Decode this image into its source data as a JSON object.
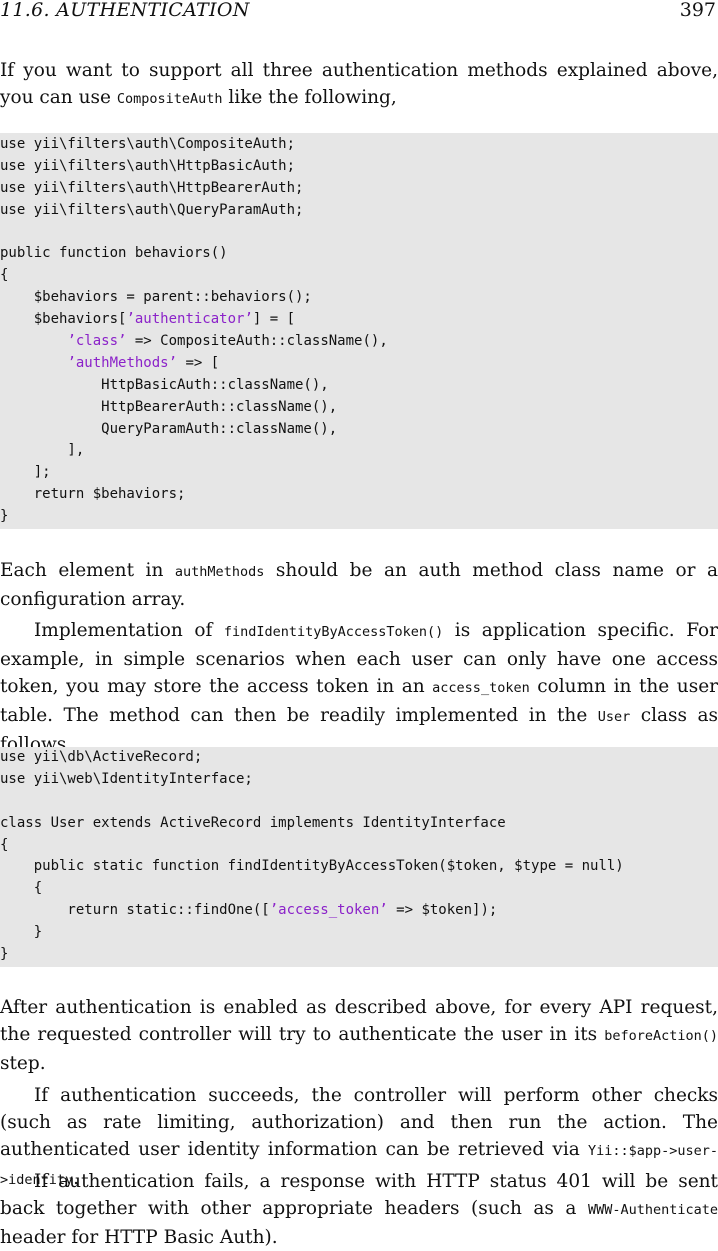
{
  "header": {
    "running_title": "11.6.   AUTHENTICATION",
    "page_number": "397"
  },
  "p1": {
    "text": "If you want to support all three authentication methods explained above, you can use ",
    "code1": "CompositeAuth",
    "text2": " like the following,"
  },
  "code1": [
    [
      {
        "t": "use yii\\filters\\auth\\CompositeAuth;"
      }
    ],
    [
      {
        "t": "use yii\\filters\\auth\\HttpBasicAuth;"
      }
    ],
    [
      {
        "t": "use yii\\filters\\auth\\HttpBearerAuth;"
      }
    ],
    [
      {
        "t": "use yii\\filters\\auth\\QueryParamAuth;"
      }
    ],
    [
      {
        "t": ""
      }
    ],
    [
      {
        "t": "public function behaviors()"
      }
    ],
    [
      {
        "t": "{"
      }
    ],
    [
      {
        "t": "    $behaviors = parent::behaviors();"
      }
    ],
    [
      {
        "t": "    $behaviors["
      },
      {
        "t": "’authenticator’",
        "s": true
      },
      {
        "t": "] = ["
      }
    ],
    [
      {
        "t": "        "
      },
      {
        "t": "’class’",
        "s": true
      },
      {
        "t": " => CompositeAuth::className(),"
      }
    ],
    [
      {
        "t": "        "
      },
      {
        "t": "’authMethods’",
        "s": true
      },
      {
        "t": " => ["
      }
    ],
    [
      {
        "t": "            HttpBasicAuth::className(),"
      }
    ],
    [
      {
        "t": "            HttpBearerAuth::className(),"
      }
    ],
    [
      {
        "t": "            QueryParamAuth::className(),"
      }
    ],
    [
      {
        "t": "        ],"
      }
    ],
    [
      {
        "t": "    ];"
      }
    ],
    [
      {
        "t": "    return $behaviors;"
      }
    ],
    [
      {
        "t": "}"
      }
    ]
  ],
  "p2": {
    "text1": "Each element in ",
    "code1": "authMethods",
    "text2": " should be an auth method class name or a configuration array."
  },
  "p3": {
    "text1": "Implementation of ",
    "code1": "findIdentityByAccessToken()",
    "text2": " is application specific. For example, in simple scenarios when each user can only have one access token, you may store the access token in an ",
    "code2": "access_token",
    "text3": " column in the user table. The method can then be readily implemented in the ",
    "code3": "User",
    "text4": " class as follows,"
  },
  "code2": [
    [
      {
        "t": "use yii\\db\\ActiveRecord;"
      }
    ],
    [
      {
        "t": "use yii\\web\\IdentityInterface;"
      }
    ],
    [
      {
        "t": ""
      }
    ],
    [
      {
        "t": "class User extends ActiveRecord implements IdentityInterface"
      }
    ],
    [
      {
        "t": "{"
      }
    ],
    [
      {
        "t": "    public static function findIdentityByAccessToken($token, $type = null)"
      }
    ],
    [
      {
        "t": "    {"
      }
    ],
    [
      {
        "t": "        return static::findOne(["
      },
      {
        "t": "’access_token’",
        "s": true
      },
      {
        "t": " => $token]);"
      }
    ],
    [
      {
        "t": "    }"
      }
    ],
    [
      {
        "t": "}"
      }
    ]
  ],
  "p4": {
    "text1": "After authentication is enabled as described above, for every API request, the requested controller will try to authenticate the user in its ",
    "code1": "beforeAction()",
    "text2": " step."
  },
  "p5": {
    "text1": "If authentication succeeds, the controller will perform other checks (such as rate limiting, authorization) and then run the action. The authenticated user identity information can be retrieved via ",
    "code1": "Yii::$app->user->identity",
    "text2": "."
  },
  "p6": {
    "text1": "If authentication fails, a response with HTTP status 401 will be sent back together with other appropriate headers (such as a ",
    "code1": "WWW-Authenticate",
    "text2": " header for HTTP Basic Auth)."
  },
  "colors": {
    "code_background": "#e6e6e6",
    "string_literal": "#8b22c9"
  }
}
